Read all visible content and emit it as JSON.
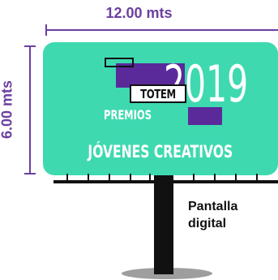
{
  "dimensions": {
    "width_label": "12.00 mts",
    "height_label": "6.00 mts"
  },
  "billboard": {
    "logo_text": "TOTEM",
    "premios_text": "PREMIOS",
    "year_text": "2019",
    "subtitle": "JÓVENES CREATIVOS",
    "caption_line1": "Pantalla",
    "caption_line2": "digital"
  },
  "colors": {
    "panel": "#3fd9b0",
    "accent_purple": "#5a2a9a",
    "dimension_purple": "#6b3fa0",
    "structure": "#111111",
    "shadow": "#9e9e9e"
  }
}
